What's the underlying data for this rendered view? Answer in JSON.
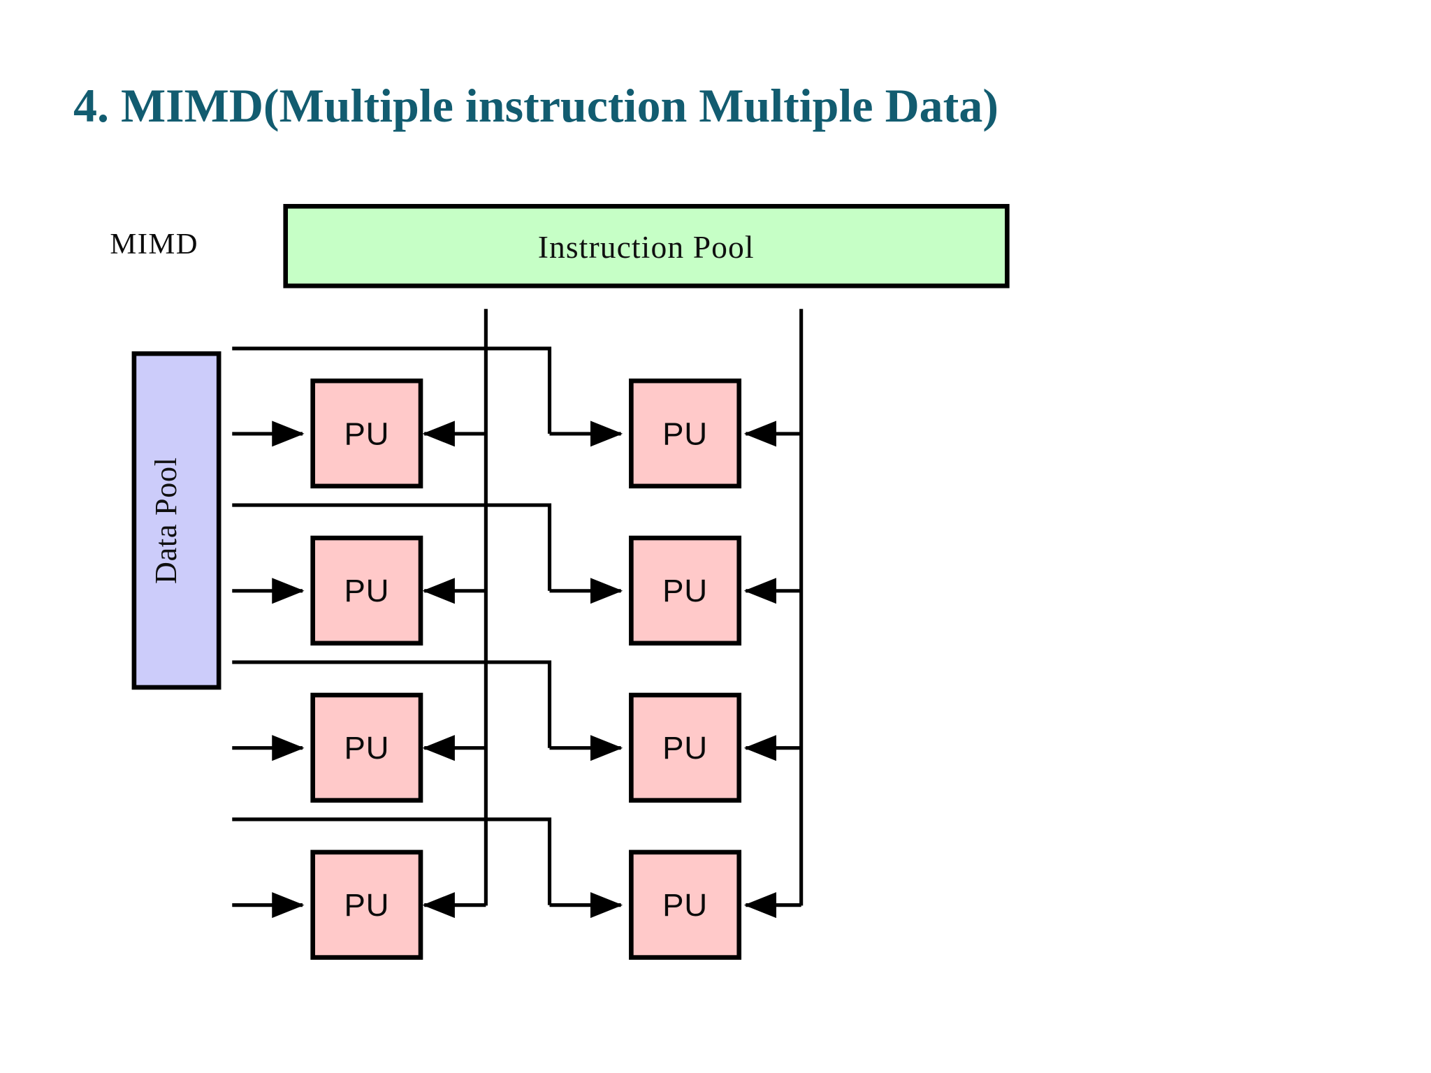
{
  "slide": {
    "title": "4. MIMD(Multiple instruction Multiple Data)",
    "title_color": "#125c70",
    "background": "#ffffff"
  },
  "diagram": {
    "type": "block-diagram",
    "model_label": "MIMD",
    "instruction_pool": {
      "label": "Instruction Pool",
      "fill": "#c6ffc6",
      "stroke": "#000000"
    },
    "data_pool": {
      "label": "Data Pool",
      "orientation": "vertical",
      "fill": "#ccccfa",
      "stroke": "#000000"
    },
    "processing_units": {
      "label": "PU",
      "fill": "#ffc9c9",
      "stroke": "#000000",
      "rows": 4,
      "columns": 2,
      "count": 8,
      "items": [
        {
          "label": "PU",
          "row": 1,
          "column": "left"
        },
        {
          "label": "PU",
          "row": 1,
          "column": "right"
        },
        {
          "label": "PU",
          "row": 2,
          "column": "left"
        },
        {
          "label": "PU",
          "row": 2,
          "column": "right"
        },
        {
          "label": "PU",
          "row": 3,
          "column": "left"
        },
        {
          "label": "PU",
          "row": 3,
          "column": "right"
        },
        {
          "label": "PU",
          "row": 4,
          "column": "left"
        },
        {
          "label": "PU",
          "row": 4,
          "column": "right"
        }
      ]
    },
    "connections": {
      "data_to_left_pu": "arrow-right",
      "data_to_right_pu": "arrow-right",
      "instruction_to_left_pu": "arrow-left",
      "instruction_to_right_pu": "arrow-left"
    }
  }
}
